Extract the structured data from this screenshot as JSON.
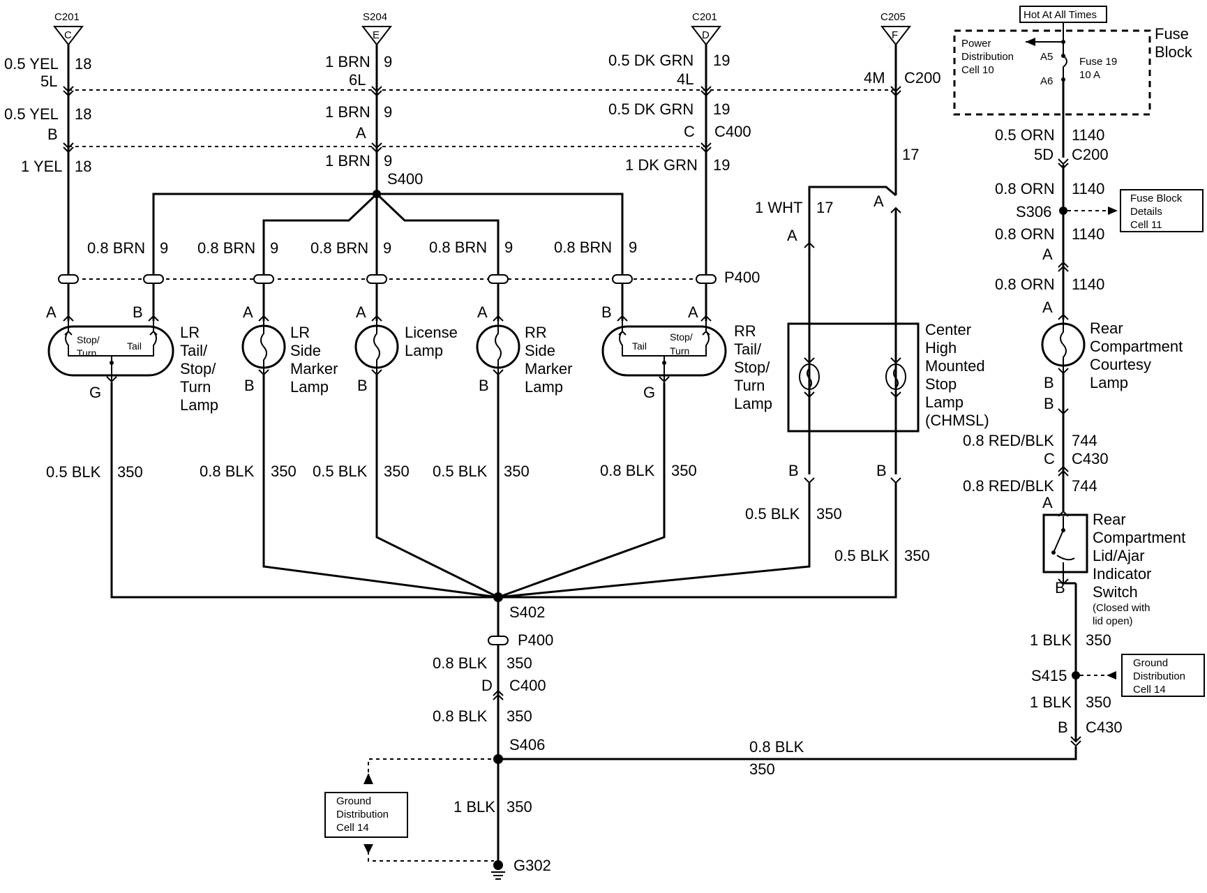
{
  "top_connectors": [
    {
      "ref": "C201",
      "pin": "C"
    },
    {
      "ref": "S204",
      "pin": "E"
    },
    {
      "ref": "C201",
      "pin": "D"
    },
    {
      "ref": "C205",
      "pin": "F"
    }
  ],
  "fuse_block": {
    "hot_label": "Hot At All Times",
    "title_1": "Fuse",
    "title_2": "Block",
    "power_1": "Power",
    "power_2": "Distribution",
    "power_3": "Cell 10",
    "fuse_1": "Fuse 19",
    "fuse_2": "10 A",
    "pin_a5": "A5",
    "pin_a6": "A6"
  },
  "wire1": {
    "w1": "0.5 YEL",
    "n1": "18",
    "pin1": "5L",
    "w2": "0.5 YEL",
    "n2": "18",
    "pin2": "B",
    "w3": "1 YEL",
    "n3": "18"
  },
  "wire2": {
    "w1": "1 BRN",
    "n1": "9",
    "pin1": "6L",
    "w2": "1 BRN",
    "n2": "9",
    "pin2": "A",
    "w3": "1 BRN",
    "n3": "9",
    "splice": "S400"
  },
  "wire3": {
    "w1": "0.5 DK GRN",
    "n1": "19",
    "pin1": "4L",
    "w2": "0.5 DK GRN",
    "n2": "19",
    "pin2": "C",
    "conn2": "C400",
    "w3": "1 DK GRN",
    "n3": "19"
  },
  "wire4": {
    "pin1": "4M",
    "conn1": "C200",
    "n": "17"
  },
  "branches": [
    {
      "w": "0.8 BRN",
      "n": "9"
    },
    {
      "w": "0.8 BRN",
      "n": "9"
    },
    {
      "w": "0.8 BRN",
      "n": "9"
    },
    {
      "w": "0.8 BRN",
      "n": "9"
    },
    {
      "w": "0.8 BRN",
      "n": "9"
    }
  ],
  "p400": "P400",
  "lamps": {
    "lr_tail": {
      "l1": "LR",
      "l2": "Tail/",
      "l3": "Stop/",
      "l4": "Turn",
      "l5": "Lamp",
      "i1": "Stop/",
      "i2": "Turn",
      "i3": "Tail",
      "pa": "A",
      "pb": "B",
      "pg": "G"
    },
    "lr_side": {
      "l1": "LR",
      "l2": "Side",
      "l3": "Marker",
      "l4": "Lamp",
      "pa": "A",
      "pb": "B"
    },
    "license": {
      "l1": "License",
      "l2": "Lamp",
      "pa": "A",
      "pb": "B"
    },
    "rr_side": {
      "l1": "RR",
      "l2": "Side",
      "l3": "Marker",
      "l4": "Lamp",
      "pa": "A",
      "pb": "B"
    },
    "rr_tail": {
      "l1": "RR",
      "l2": "Tail/",
      "l3": "Stop/",
      "l4": "Turn",
      "l5": "Lamp",
      "i1": "Tail",
      "i2": "Stop/",
      "i3": "Turn",
      "pa": "B",
      "pb": "A",
      "pg": "G"
    }
  },
  "chmsl": {
    "wire_w": "1 WHT",
    "wire_n": "17",
    "pin_a_left": "A",
    "pin_a_right": "A",
    "l1": "Center",
    "l2": "High",
    "l3": "Mounted",
    "l4": "Stop",
    "l5": "Lamp",
    "l6": "(CHMSL)",
    "pin_b_left": "B",
    "pin_b_right": "B",
    "gw1": "0.5 BLK",
    "gn1": "350",
    "gw2": "0.5 BLK",
    "gn2": "350"
  },
  "grounds": [
    {
      "w": "0.5 BLK",
      "n": "350"
    },
    {
      "w": "0.8 BLK",
      "n": "350"
    },
    {
      "w": "0.5 BLK",
      "n": "350"
    },
    {
      "w": "0.5 BLK",
      "n": "350"
    },
    {
      "w": "0.8 BLK",
      "n": "350"
    }
  ],
  "main_ground": {
    "s402": "S402",
    "p400": "P400",
    "w1": "0.8 BLK",
    "n1": "350",
    "pin": "D",
    "conn": "C400",
    "w2": "0.8 BLK",
    "n2": "350",
    "s406": "S406",
    "w3": "1 BLK",
    "n3": "350",
    "g302": "G302",
    "hw": "0.8 BLK",
    "hn": "350",
    "gd1": "Ground",
    "gd2": "Distribution",
    "gd3": "Cell 14"
  },
  "right_column": {
    "w1": "0.5 ORN",
    "n1": "1140",
    "pin1": "5D",
    "conn1": "C200",
    "w2": "0.8 ORN",
    "n2": "1140",
    "s306": "S306",
    "fb1": "Fuse Block",
    "fb2": "Details",
    "fb3": "Cell 11",
    "w3": "0.8 ORN",
    "n3": "1140",
    "pin3": "A",
    "w4": "0.8 ORN",
    "n4": "1140",
    "pin4": "A",
    "lamp1": "Rear",
    "lamp2": "Compartment",
    "lamp3": "Courtesy",
    "lamp4": "Lamp",
    "pb1": "B",
    "pb2": "B",
    "w5": "0.8 RED/BLK",
    "n5": "744",
    "pin5": "C",
    "conn5": "C430",
    "w6": "0.8 RED/BLK",
    "n6": "744",
    "pin6": "A",
    "sw1": "Rear",
    "sw2": "Compartment",
    "sw3": "Lid/Ajar",
    "sw4": "Indicator",
    "sw5": "Switch",
    "sw6": "(Closed with",
    "sw7": "lid open)",
    "pin7": "B",
    "w7": "1 BLK",
    "n7": "350",
    "s415": "S415",
    "gd1": "Ground",
    "gd2": "Distribution",
    "gd3": "Cell 14",
    "w8": "1 BLK",
    "n8": "350",
    "pin8": "B",
    "conn8": "C430"
  }
}
